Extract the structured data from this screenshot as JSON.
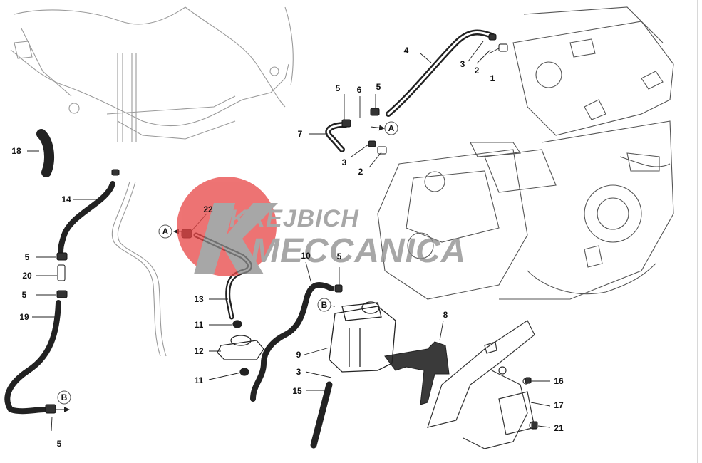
{
  "watermark": {
    "line1": "KREJBICH",
    "line2": "MECCANICA",
    "circle_color": "#e84545",
    "text_color": "#8a8a8a"
  },
  "markers": {
    "a": "A",
    "b": "B"
  },
  "callouts": {
    "c1": "1",
    "c2a": "2",
    "c3a": "3",
    "c4": "4",
    "c5a": "5",
    "c6": "6",
    "c5b": "5",
    "c7": "7",
    "c3b": "3",
    "c2b": "2",
    "c18": "18",
    "c14": "14",
    "c22": "22",
    "c5c": "5",
    "c20": "20",
    "c5d": "5",
    "c19": "19",
    "c13": "13",
    "c10": "10",
    "c5e": "5",
    "c11a": "11",
    "c12": "12",
    "c11b": "11",
    "c9": "9",
    "c3c": "3",
    "c15": "15",
    "c8": "8",
    "c16": "16",
    "c17": "17",
    "c21": "21",
    "c5f": "5"
  },
  "colors": {
    "line": "#222222",
    "hose": "#222222",
    "sketch": "#9a9a9a"
  }
}
